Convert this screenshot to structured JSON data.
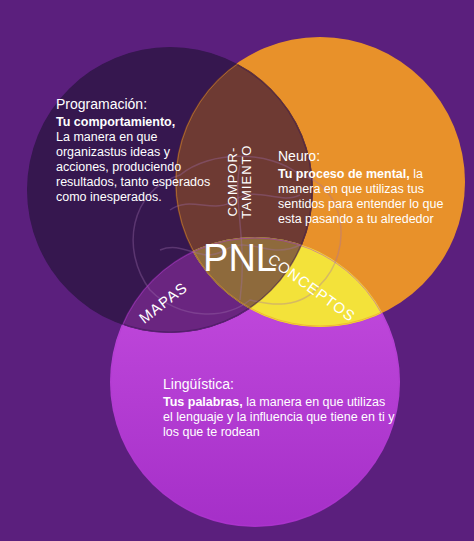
{
  "diagram": {
    "nodes": [
      {
        "text": [
          "Programación:",
          "Tu comportamiento,",
          "La manera en que organizastus ideas y acciones, produciendo resultados, tanto esperados como inesperados."
        ]
      },
      {
        "text": [
          "Neuro:",
          "Tu proceso de mental,",
          "la manera en que utilizas tus sentidos para entender lo que esta pasando a tu alrededor"
        ]
      },
      {
        "text": [
          "Lingüística:",
          "Tus palabras,",
          "la manera en que utilizas el lenguaje y la influencia que tiene en ti y los que te rodean"
        ]
      }
    ],
    "labels": [
      "COMPOR- TAMIENTO",
      "PNL",
      "MAPAS",
      "CONCEPTOS"
    ]
  }
}
